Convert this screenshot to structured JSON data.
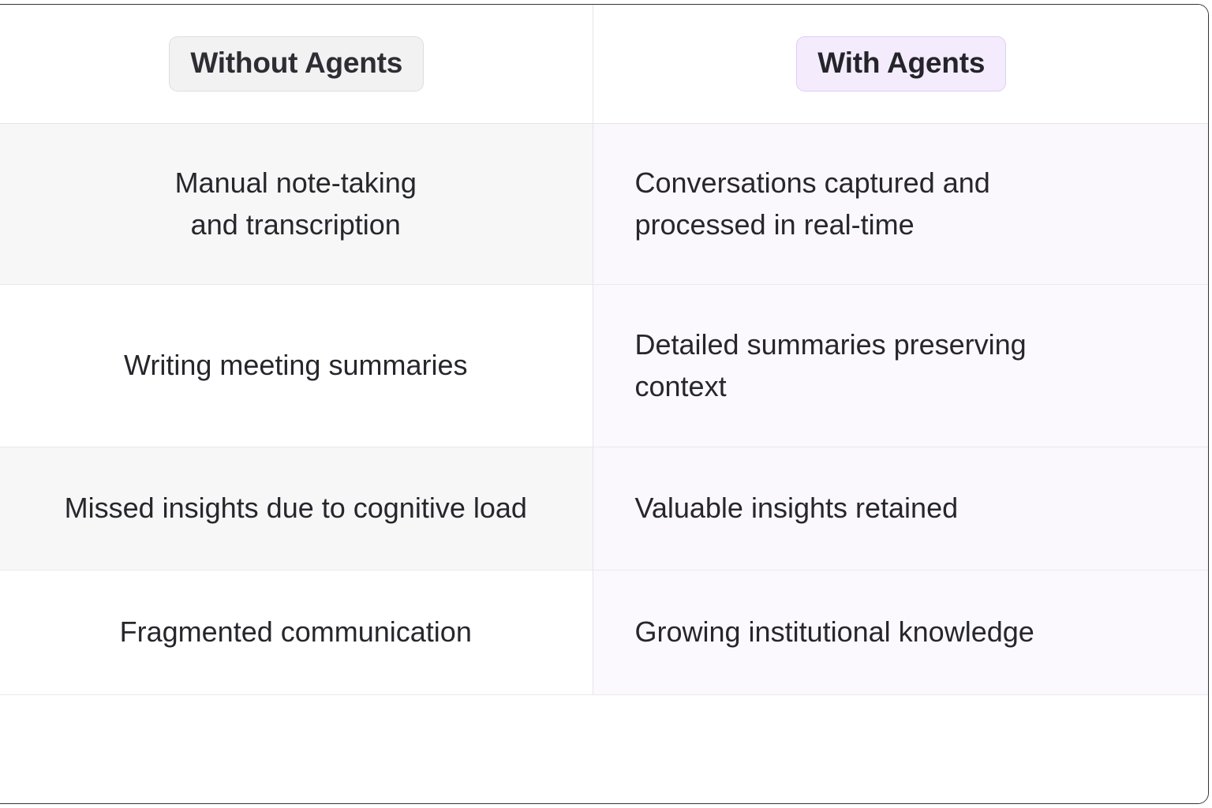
{
  "table": {
    "columns": [
      {
        "id": "without-agents",
        "label": "Without Agents",
        "style": "plain"
      },
      {
        "id": "with-agents",
        "label": "With Agents",
        "style": "accent"
      }
    ],
    "rows": [
      {
        "left_line1": "Manual note-taking",
        "left_line2": "and transcription",
        "right_line1": "Conversations captured and",
        "right_line2": "processed in real-time"
      },
      {
        "left_line1": "Writing meeting summaries",
        "left_line2": "",
        "right_line1": "Detailed summaries preserving",
        "right_line2": "context"
      },
      {
        "left_line1": "Missed insights due to cognitive load",
        "left_line2": "",
        "right_line1": "Valuable insights retained",
        "right_line2": ""
      },
      {
        "left_line1": "Fragmented communication",
        "left_line2": "",
        "right_line1": "Growing institutional knowledge",
        "right_line2": ""
      }
    ]
  },
  "colors": {
    "accent_badge_bg": "#f4ecfd",
    "accent_badge_border": "#e0cdf6",
    "plain_badge_bg": "#f2f2f3",
    "plain_badge_border": "#dededf",
    "right_column_bg": "#fbf9fd",
    "stripe_bg": "#f7f7f8",
    "text": "#26262c",
    "grid_line": "#e9e9ed",
    "outer_border": "#33333a"
  }
}
